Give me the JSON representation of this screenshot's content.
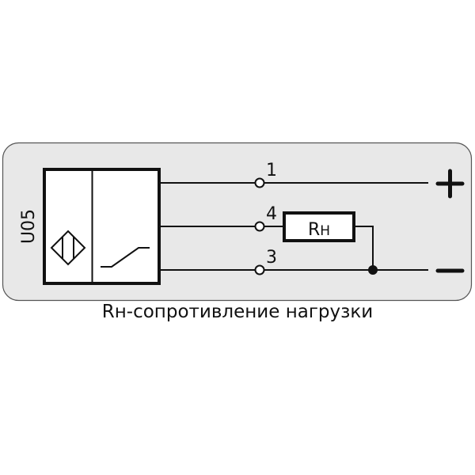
{
  "device": {
    "label": "U05"
  },
  "terminals": [
    {
      "number": "1"
    },
    {
      "number": "4"
    },
    {
      "number": "3"
    }
  ],
  "load": {
    "label_main": "R",
    "label_sub": "H"
  },
  "supply": {
    "positive": "+",
    "negative": "−"
  },
  "caption": "Rн-сопротивление нагрузки",
  "colors": {
    "panel_fill": "#e8e8e8",
    "panel_stroke": "#555555",
    "line": "#111111",
    "box_fill": "#ffffff"
  }
}
